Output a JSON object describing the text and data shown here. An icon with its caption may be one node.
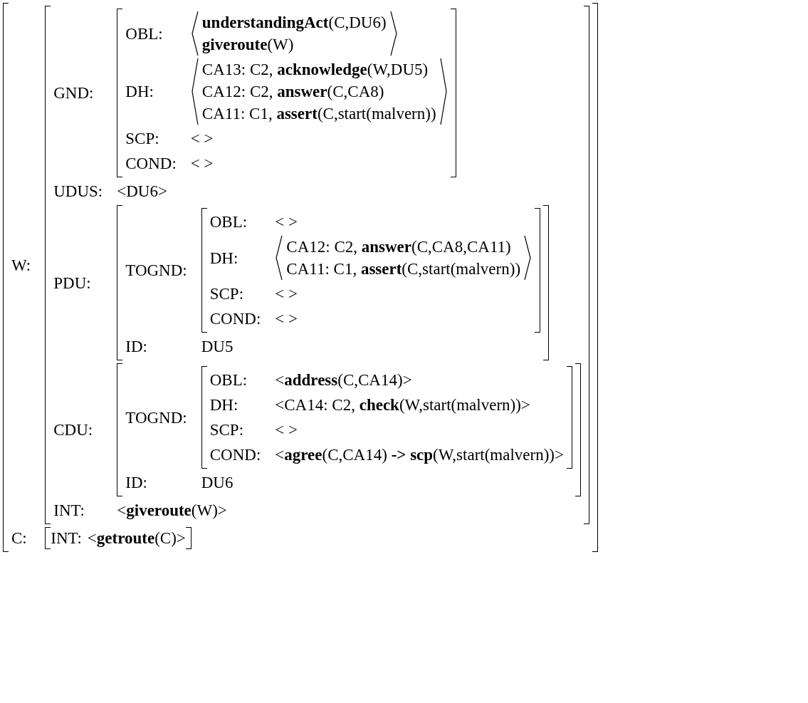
{
  "diagram": {
    "nodes": [
      {
        "text": [
          "W:",
          "C:"
        ]
      },
      {
        "text": [
          "GND:",
          "UDUS:",
          "<DU6>",
          "PDU:",
          "CDU:",
          "INT:",
          "<**giveroute**(W)>"
        ],
        "in": 0
      },
      {
        "text": [
          "OBL:",
          "**understandingAct**(C,DU6)",
          "**giveroute**(W)",
          "DH:",
          "CA13: C2, **acknowledge**(W,DU5)",
          "CA12: C2, **answer**(C,CA8)",
          "CA11: C1, **assert**(C,start(malvern))",
          "SCP:",
          "< >",
          "COND:",
          "< >"
        ],
        "in": 1
      },
      {
        "text": [
          "TOGND:",
          "ID:",
          "DU5"
        ],
        "in": 1
      },
      {
        "text": [
          "OBL:",
          "< >",
          "DH:",
          "CA12: C2, **answer**(C,CA8,CA11)",
          "CA11: C1, **assert**(C,start(malvern))",
          "SCP:",
          "< >",
          "COND:",
          "< >"
        ],
        "in": 3
      },
      {
        "text": [
          "TOGND:",
          "ID:",
          "DU6"
        ],
        "in": 1
      },
      {
        "text": [
          "OBL:",
          "<**address**(C,CA14)>",
          "DH:",
          "<CA14: C2, **check**(W,start(malvern))>",
          "SCP:",
          "< >",
          "COND:",
          "<**agree**(C,CA14) **->** **scp**(W,start(malvern))>"
        ],
        "in": 5
      },
      {
        "text": [
          "INT:",
          "<**getroute**(C)>"
        ],
        "in": 0
      }
    ]
  }
}
